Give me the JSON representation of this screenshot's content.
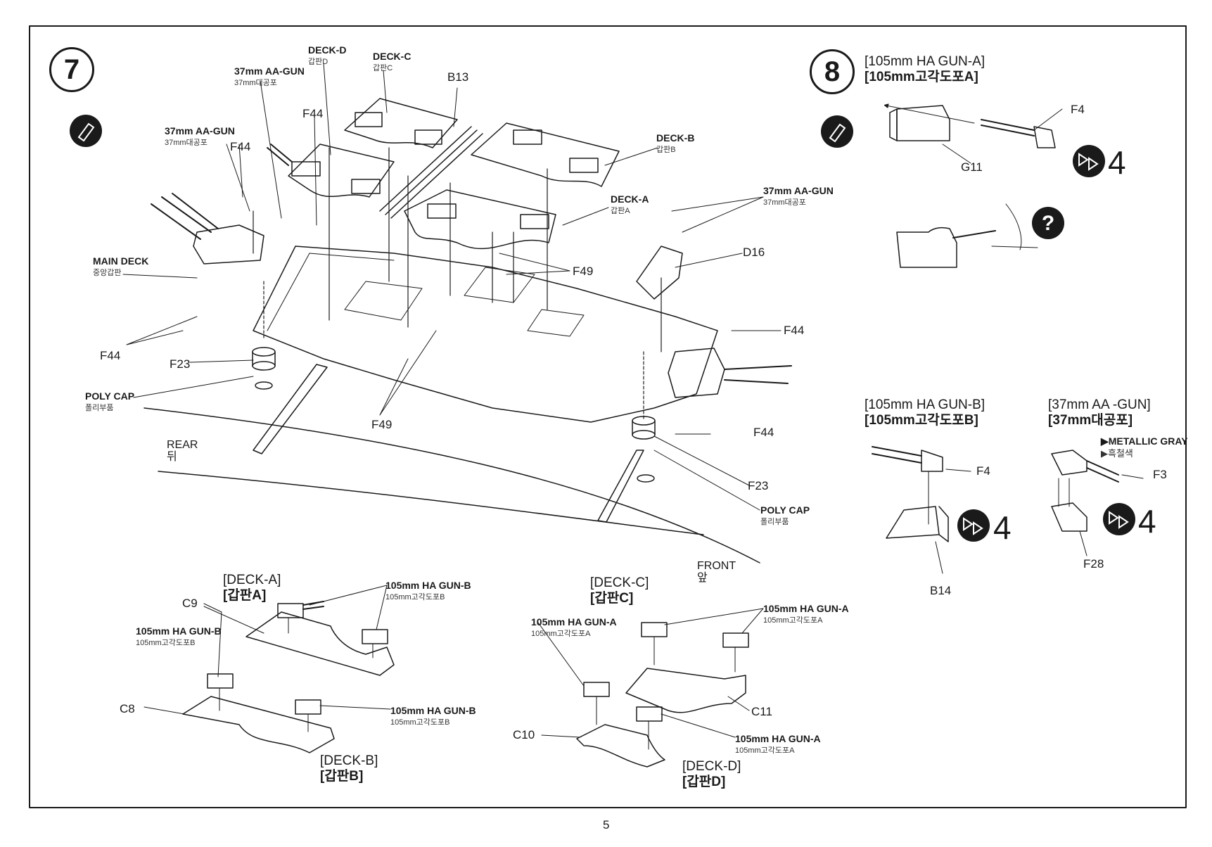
{
  "page_number": "5",
  "steps": [
    {
      "number": "7",
      "labels": {
        "main_deck": {
          "en": "MAIN DECK",
          "ko": "중앙갑판"
        },
        "aa_gun_1": {
          "en": "37mm AA-GUN",
          "ko": "37mm대공포"
        },
        "aa_gun_2": {
          "en": "37mm AA-GUN",
          "ko": "37mm대공포"
        },
        "aa_gun_3": {
          "en": "37mm AA-GUN",
          "ko": "37mm대공포"
        },
        "deck_d": {
          "en": "DECK-D",
          "ko": "갑판D"
        },
        "deck_c": {
          "en": "DECK-C",
          "ko": "갑판C"
        },
        "deck_b": {
          "en": "DECK-B",
          "ko": "갑판B"
        },
        "deck_a": {
          "en": "DECK-A",
          "ko": "갑판A"
        },
        "poly_cap_rear": {
          "en": "POLY CAP",
          "ko": "폴리부품"
        },
        "poly_cap_front": {
          "en": "POLY CAP",
          "ko": "폴리부품"
        },
        "rear": {
          "en": "REAR",
          "ko": "뒤"
        },
        "front": {
          "en": "FRONT",
          "ko": "앞"
        }
      },
      "parts": [
        "B13",
        "F44",
        "F44",
        "F44",
        "F44",
        "F44",
        "F49",
        "F49",
        "D16",
        "F23",
        "F23"
      ],
      "subassemblies": [
        {
          "title": "[DECK-A]",
          "title_ko": "[갑판A]",
          "parts": [
            "C9",
            "C8"
          ],
          "guns": [
            {
              "en": "105mm HA GUN-B",
              "ko": "105mm고각도포B"
            },
            {
              "en": "105mm HA GUN-B",
              "ko": "105mm고각도포B"
            }
          ]
        },
        {
          "title": "[DECK-B]",
          "title_ko": "[갑판B]",
          "guns": [
            {
              "en": "105mm HA GUN-B",
              "ko": "105mm고각도포B"
            }
          ]
        },
        {
          "title": "[DECK-C]",
          "title_ko": "[갑판C]",
          "parts": [
            "C11",
            "C10"
          ],
          "guns": [
            {
              "en": "105mm HA GUN-A",
              "ko": "105mm고각도포A"
            },
            {
              "en": "105mm HA GUN-A",
              "ko": "105mm고각도포A"
            }
          ]
        },
        {
          "title": "[DECK-D]",
          "title_ko": "[갑판D]",
          "guns": [
            {
              "en": "105mm HA GUN-A",
              "ko": "105mm고각도포A"
            }
          ]
        }
      ]
    },
    {
      "number": "8",
      "subassemblies": [
        {
          "title": "[105mm HA GUN-A]",
          "title_ko": "[105mm고각도포A]",
          "parts": [
            "F4",
            "G11"
          ],
          "quantity": "4"
        },
        {
          "title": "[105mm HA GUN-B]",
          "title_ko": "[105mm고각도포B]",
          "parts": [
            "F4",
            "B14"
          ],
          "quantity": "4"
        },
        {
          "title": "[37mm AA -GUN]",
          "title_ko": "[37mm대공포]",
          "parts": [
            "F3",
            "F28"
          ],
          "quantity": "4",
          "paint": {
            "en": "▶METALLIC GRAY",
            "ko": "▶흑철색"
          }
        }
      ]
    }
  ],
  "icons": [
    "cement-icon",
    "repeat-icon",
    "question-icon"
  ]
}
